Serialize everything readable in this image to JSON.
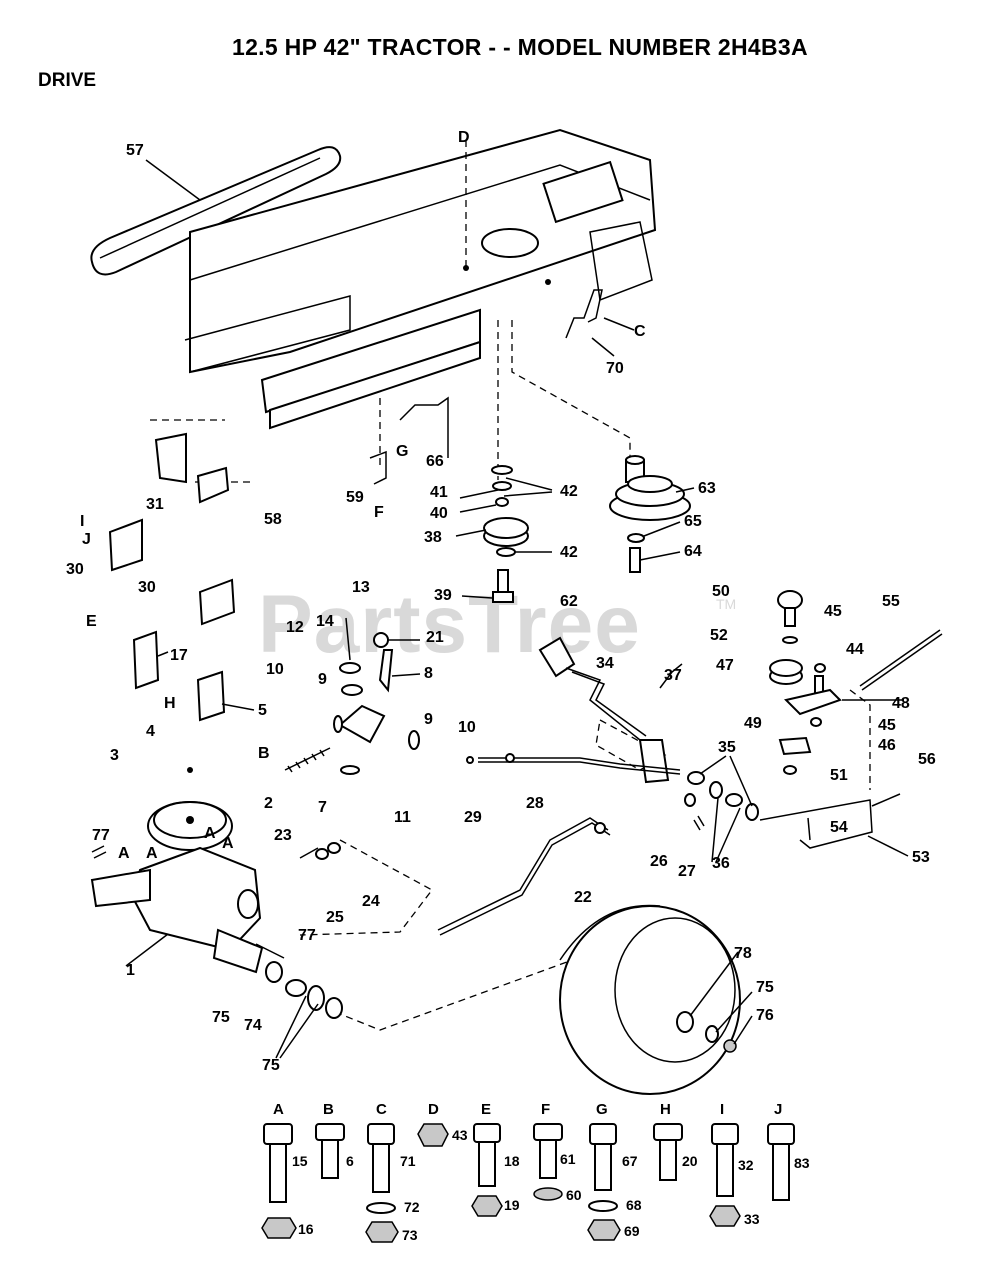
{
  "header": {
    "title": "12.5 HP 42\"  TRACTOR - - MODEL NUMBER 2H4B3A",
    "section": "DRIVE"
  },
  "watermark": {
    "text": "PartsTree",
    "tm": "TM"
  },
  "callouts": [
    "57",
    "D",
    "C",
    "70",
    "66",
    "G",
    "59",
    "F",
    "31",
    "58",
    "41",
    "42",
    "40",
    "38",
    "39",
    "63",
    "65",
    "64",
    "30",
    "I",
    "J",
    "E",
    "17",
    "5",
    "H",
    "B",
    "13",
    "14",
    "12",
    "21",
    "8",
    "10",
    "9",
    "11",
    "7",
    "2",
    "4",
    "3",
    "77",
    "A",
    "23",
    "24",
    "25",
    "1",
    "75",
    "74",
    "62",
    "34",
    "37",
    "28",
    "29",
    "22",
    "50",
    "52",
    "47",
    "45",
    "44",
    "55",
    "48",
    "46",
    "49",
    "51",
    "35",
    "26",
    "27",
    "36",
    "54",
    "56",
    "53",
    "78",
    "76"
  ],
  "hardware": [
    {
      "letter": "A",
      "bolt": "15",
      "nut": "16"
    },
    {
      "letter": "B",
      "bolt": "6"
    },
    {
      "letter": "C",
      "bolt": "71",
      "washer": "72",
      "nut": "73"
    },
    {
      "letter": "D",
      "nut": "43"
    },
    {
      "letter": "E",
      "bolt": "18",
      "nut": "19"
    },
    {
      "letter": "F",
      "bolt": "61",
      "washer": "60"
    },
    {
      "letter": "G",
      "bolt": "67",
      "washer": "68",
      "nut": "69"
    },
    {
      "letter": "H",
      "bolt": "20"
    },
    {
      "letter": "I",
      "bolt": "32",
      "nut": "33"
    },
    {
      "letter": "J",
      "bolt": "83"
    }
  ]
}
